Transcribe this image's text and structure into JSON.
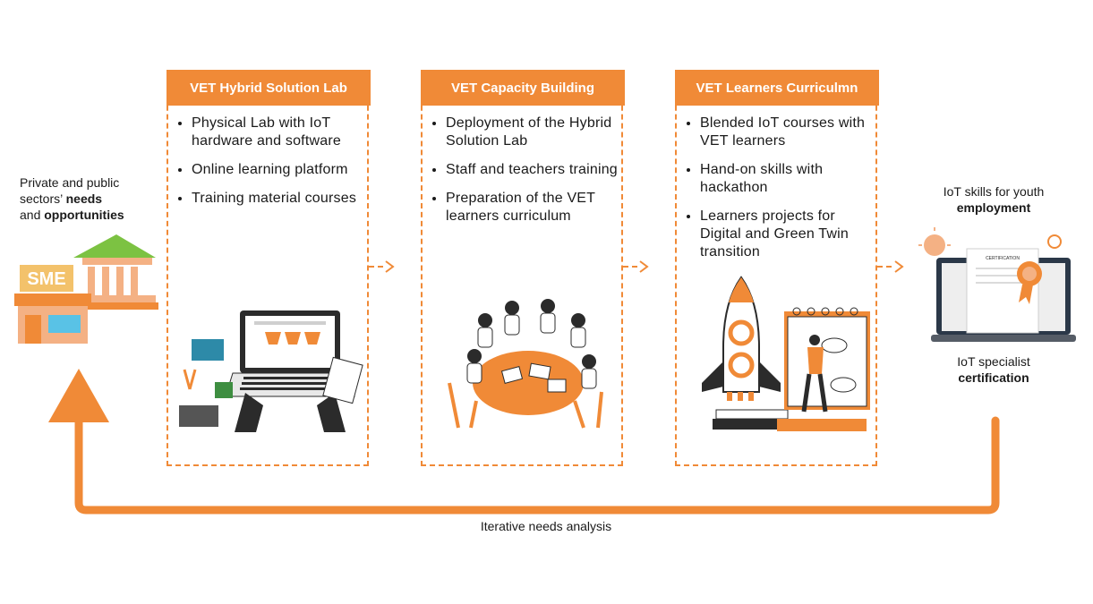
{
  "left": {
    "line1": "Private and public",
    "line2_pre": "sectors’ ",
    "line2_bold": "needs",
    "line3_pre": "and ",
    "line3_bold": "opportunities",
    "sme_label": "SME"
  },
  "panels": [
    {
      "title": "VET Hybrid Solution Lab",
      "items": [
        "Physical Lab with IoT hardware and software",
        "Online learning platform",
        "Training material courses"
      ]
    },
    {
      "title": "VET Capacity Building",
      "items": [
        "Deployment of the Hybrid Solution Lab",
        "Staff and teachers training",
        "Preparation of the VET learners curriculum"
      ]
    },
    {
      "title": "VET Learners Curriculmn",
      "items": [
        "Blended IoT courses with VET learners",
        "Hand-on skills with hackathon",
        "Learners projects for Digital and Green Twin transition"
      ]
    }
  ],
  "right": {
    "top_line1": "IoT skills for youth",
    "top_bold": "employment",
    "bottom_line1": "IoT specialist",
    "bottom_bold": "certification",
    "cert_label": "CERTIFICATION"
  },
  "footer": {
    "label": "Iterative needs analysis"
  },
  "colors": {
    "accent": "#f08a37",
    "green": "#7cc242",
    "dark": "#2b2b2b"
  },
  "icons": [
    "sme-shop-icon",
    "bank-icon",
    "laptop-icon",
    "arduino-icon",
    "team-meeting-icon",
    "rocket-icon",
    "learner-presentation-icon",
    "certificate-laptop-icon",
    "lightbulb-icon",
    "gear-icon"
  ]
}
